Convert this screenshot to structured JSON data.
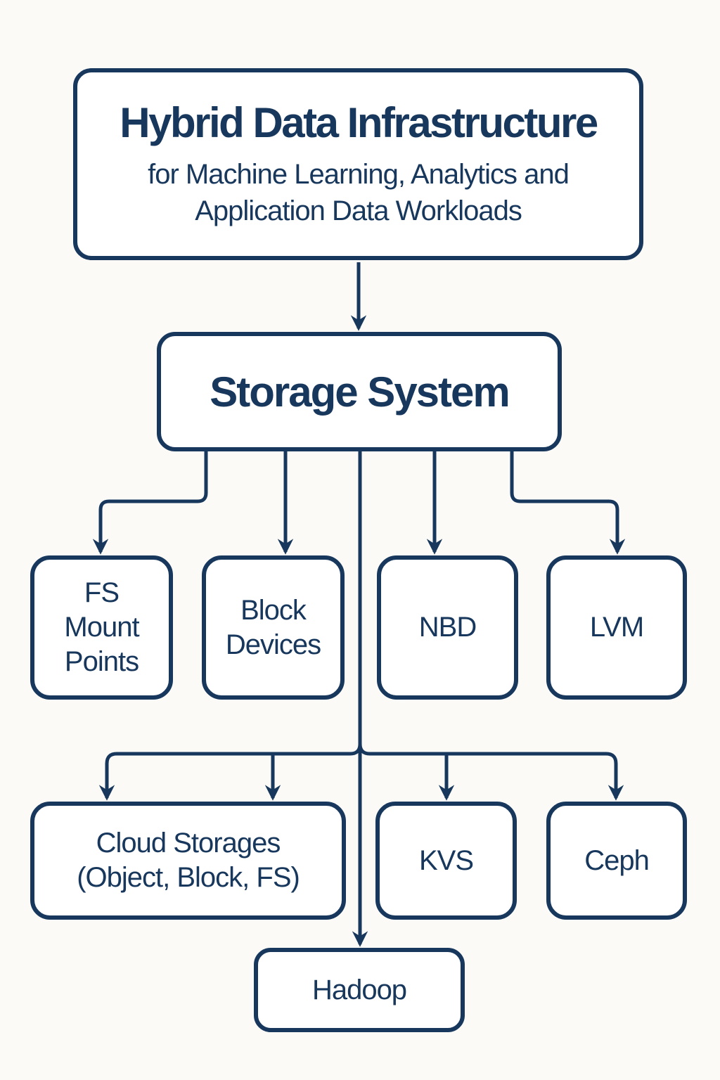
{
  "colors": {
    "accent": "#17375c",
    "background": "#fbfaf7",
    "node_fill": "#ffffff"
  },
  "diagram": {
    "root": {
      "title": "Hybrid Data Infrastructure",
      "subtitle_line1": "for Machine Learning, Analytics and",
      "subtitle_line2": "Application Data Workloads"
    },
    "storage": {
      "label": "Storage System"
    },
    "fs_mount_points": {
      "line1": "FS",
      "line2": "Mount",
      "line3": "Points"
    },
    "block_devices": {
      "line1": "Block",
      "line2": "Devices"
    },
    "nbd": {
      "label": "NBD"
    },
    "lvm": {
      "label": "LVM"
    },
    "cloud_storages": {
      "line1": "Cloud Storages",
      "line2": "(Object, Block, FS)"
    },
    "kvs": {
      "label": "KVS"
    },
    "ceph": {
      "label": "Ceph"
    },
    "hadoop": {
      "label": "Hadoop"
    }
  },
  "edges": [
    {
      "from": "Hybrid Data Infrastructure",
      "to": "Storage System"
    },
    {
      "from": "Storage System",
      "to": "FS Mount Points"
    },
    {
      "from": "Storage System",
      "to": "Block Devices"
    },
    {
      "from": "Storage System",
      "to": "NBD"
    },
    {
      "from": "Storage System",
      "to": "LVM"
    },
    {
      "from": "Storage System",
      "to": "Cloud Storages (Object, Block, FS)"
    },
    {
      "from": "Storage System",
      "to": "KVS"
    },
    {
      "from": "Storage System",
      "to": "Ceph"
    },
    {
      "from": "Storage System",
      "to": "Hadoop"
    }
  ]
}
